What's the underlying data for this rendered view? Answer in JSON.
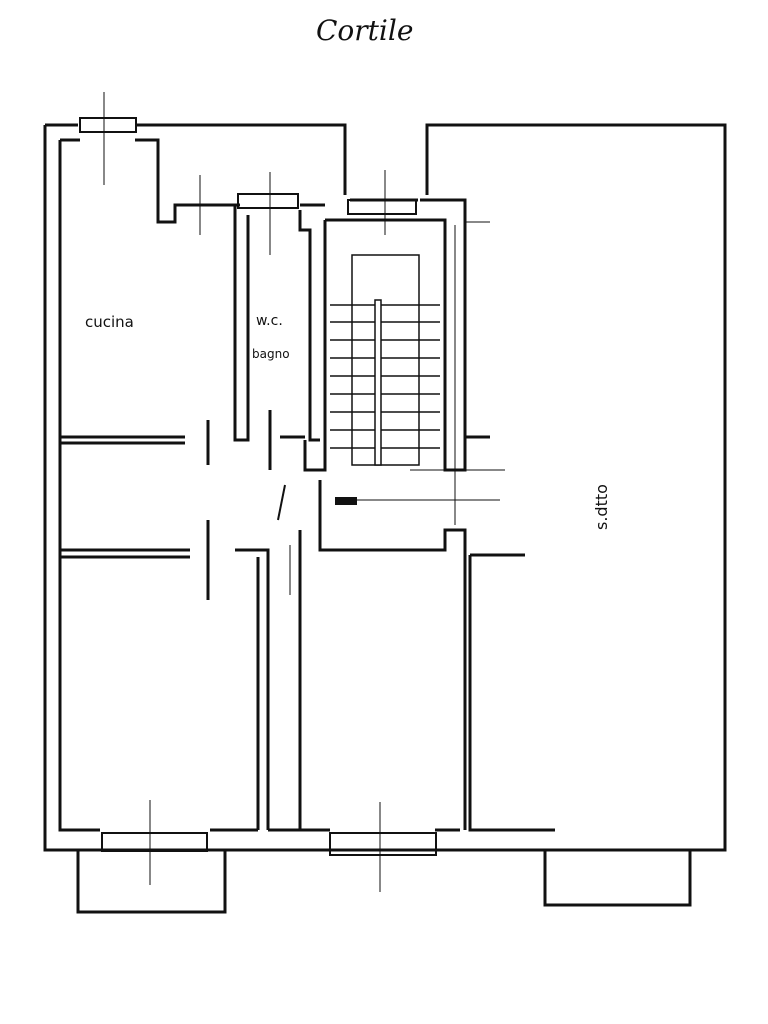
{
  "title": "Cortile",
  "rooms": {
    "kitchen": "cucina",
    "wc": "w.c.",
    "bathroom": "bagno",
    "right_area": "s.dtto"
  },
  "colors": {
    "line": "#111111",
    "background": "#ffffff"
  }
}
